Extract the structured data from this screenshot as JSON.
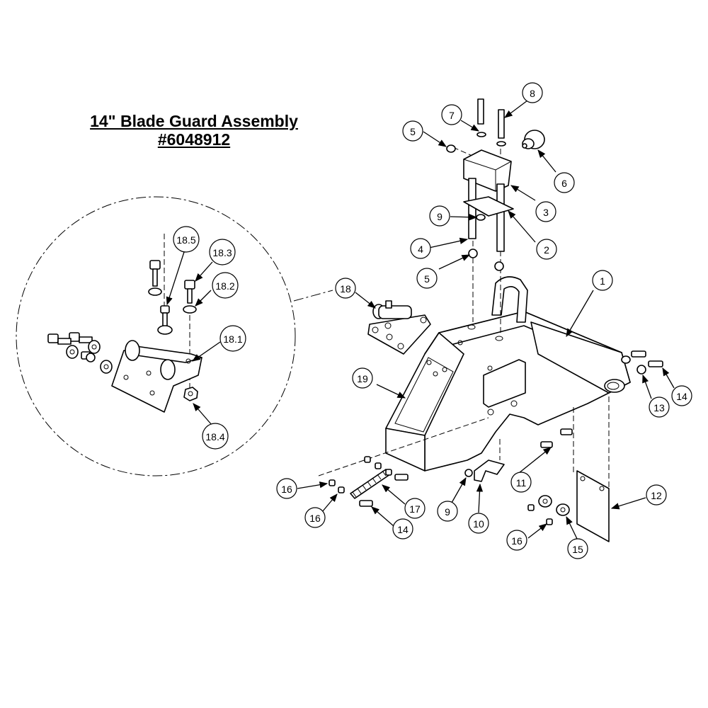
{
  "title": {
    "line1": "14\" Blade Guard Assembly",
    "line2": "#6048912"
  },
  "callouts": {
    "c1": "1",
    "c2": "2",
    "c3": "3",
    "c4": "4",
    "c5a": "5",
    "c5b": "5",
    "c6": "6",
    "c7": "7",
    "c8": "8",
    "c9a": "9",
    "c9b": "9",
    "c10": "10",
    "c11": "11",
    "c12": "12",
    "c13": "13",
    "c14a": "14",
    "c14b": "14",
    "c15": "15",
    "c16a": "16",
    "c16b": "16",
    "c16c": "16",
    "c17": "17",
    "c18": "18",
    "c18_1": "18.1",
    "c18_2": "18.2",
    "c18_3": "18.3",
    "c18_4": "18.4",
    "c18_5": "18.5",
    "c19": "19"
  }
}
